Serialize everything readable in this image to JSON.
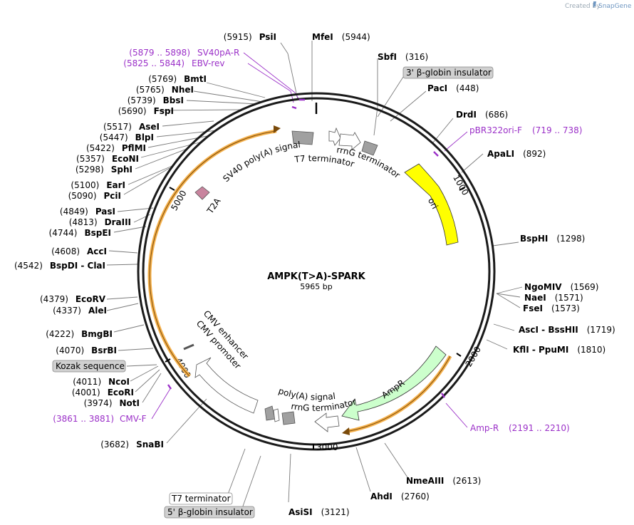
{
  "credit": {
    "prefix": "Created by",
    "brand": "SnapGene"
  },
  "plasmid": {
    "name": "AMPK(T>A)-SPARK",
    "length_label": "5965 bp"
  },
  "ticks": [
    "1000",
    "2000",
    "3000",
    "4000",
    "5000"
  ],
  "features": [
    {
      "label": "ori",
      "color": "#ffff00"
    },
    {
      "label": "AmpR",
      "color": "#ccffcc"
    },
    {
      "label": "T2A",
      "color": "#c8849e"
    },
    {
      "label": "SV40 poly(A) signal",
      "color": "#a0a0a0"
    },
    {
      "label": "rrnG terminator",
      "color": "#ffffff"
    },
    {
      "label": "T7 terminator",
      "color": "#ffffff"
    },
    {
      "label": "poly(A) signal",
      "color": "#a0a0a0"
    },
    {
      "label": "rrnG terminator",
      "color": "#ffffff"
    },
    {
      "label": "CMV enhancer",
      "color": "#ffffff"
    },
    {
      "label": "CMV promoter",
      "color": "#ffffff"
    }
  ],
  "boxed_labels": [
    "3' β-globin insulator",
    "Kozak sequence",
    "T7 terminator",
    "5' β-globin insulator"
  ],
  "primers": [
    {
      "pos": "(5879 .. 5898)",
      "name": "SV40pA-R"
    },
    {
      "pos": "(5825 .. 5844)",
      "name": "EBV-rev"
    },
    {
      "name": "pBR322ori-F",
      "pos": "(719 .. 738)"
    },
    {
      "name": "Amp-R",
      "pos": "(2191 .. 2210)"
    },
    {
      "pos": "(3861 .. 3881)",
      "name": "CMV-F"
    }
  ],
  "sites_right": [
    {
      "name": "MfeI",
      "pos": "(5944)"
    },
    {
      "name": "SbfI",
      "pos": "(316)"
    },
    {
      "name": "PacI",
      "pos": "(448)"
    },
    {
      "name": "DrdI",
      "pos": "(686)"
    },
    {
      "name": "ApaLI",
      "pos": "(892)"
    },
    {
      "name": "BspHI",
      "pos": "(1298)"
    },
    {
      "name": "NgoMIV",
      "pos": "(1569)"
    },
    {
      "name": "NaeI",
      "pos": "(1571)"
    },
    {
      "name": "FseI",
      "pos": "(1573)"
    },
    {
      "name": "AscI - BssHII",
      "pos": "(1719)"
    },
    {
      "name": "KflI - PpuMI",
      "pos": "(1810)"
    },
    {
      "name": "NmeAIII",
      "pos": "(2613)"
    },
    {
      "name": "AhdI",
      "pos": "(2760)"
    },
    {
      "name": "AsiSI",
      "pos": "(3121)"
    }
  ],
  "sites_left": [
    {
      "pos": "(5915)",
      "name": "PsiI"
    },
    {
      "pos": "(5769)",
      "name": "BmtI"
    },
    {
      "pos": "(5765)",
      "name": "NheI"
    },
    {
      "pos": "(5739)",
      "name": "BbsI"
    },
    {
      "pos": "(5690)",
      "name": "FspI"
    },
    {
      "pos": "(5517)",
      "name": "AseI"
    },
    {
      "pos": "(5447)",
      "name": "BlpI"
    },
    {
      "pos": "(5422)",
      "name": "PflMI"
    },
    {
      "pos": "(5357)",
      "name": "EcoNI"
    },
    {
      "pos": "(5298)",
      "name": "SphI"
    },
    {
      "pos": "(5100)",
      "name": "EarI"
    },
    {
      "pos": "(5090)",
      "name": "PciI"
    },
    {
      "pos": "(4849)",
      "name": "PasI"
    },
    {
      "pos": "(4813)",
      "name": "DraIII"
    },
    {
      "pos": "(4744)",
      "name": "BspEI"
    },
    {
      "pos": "(4608)",
      "name": "AccI"
    },
    {
      "pos": "(4542)",
      "name": "BspDI - ClaI"
    },
    {
      "pos": "(4379)",
      "name": "EcoRV"
    },
    {
      "pos": "(4337)",
      "name": "AleI"
    },
    {
      "pos": "(4222)",
      "name": "BmgBI"
    },
    {
      "pos": "(4070)",
      "name": "BsrBI"
    },
    {
      "pos": "(4011)",
      "name": "NcoI"
    },
    {
      "pos": "(4001)",
      "name": "EcoRI"
    },
    {
      "pos": "(3974)",
      "name": "NotI"
    },
    {
      "pos": "(3682)",
      "name": "SnaBI"
    }
  ]
}
